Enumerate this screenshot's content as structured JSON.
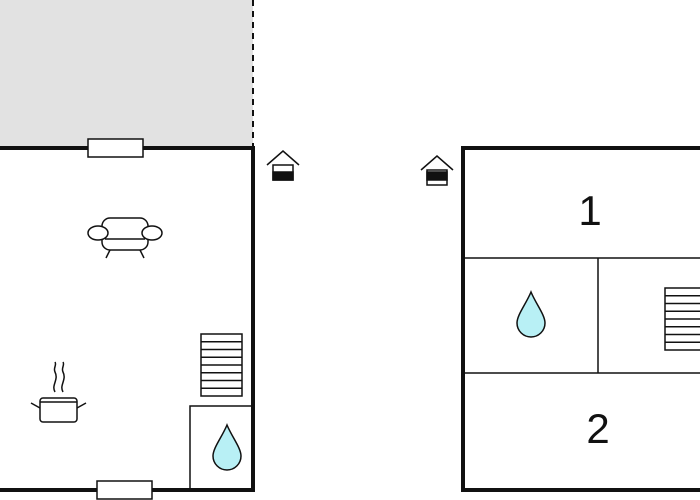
{
  "floor_plan": {
    "right_floor": {
      "room_labels": [
        "1",
        "2"
      ]
    }
  },
  "colors": {
    "terrace": "#e2e2e2",
    "wall": "#111111",
    "water": "#b8f0f5",
    "background": "#ffffff"
  },
  "icons": {
    "left_floor": [
      "terrace-area",
      "window",
      "sofa-icon",
      "stairs-icon",
      "cooking-pot-icon",
      "water-drop-icon",
      "entrance-icon"
    ],
    "right_floor": [
      "entrance-icon",
      "water-drop-icon",
      "stairs-icon"
    ]
  }
}
